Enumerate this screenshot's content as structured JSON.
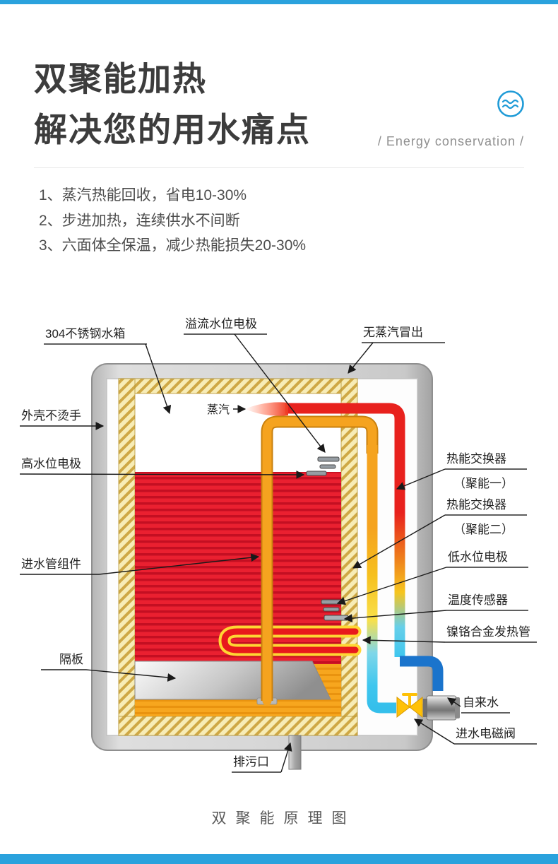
{
  "page": {
    "accent_color": "#2aa2dd",
    "footer_caption": "双聚能原理图"
  },
  "header": {
    "title_line1": "双聚能加热",
    "title_line2": "解决您的用水痛点",
    "tagline": "/ Energy conservation /",
    "icon": "water-wave-icon"
  },
  "features": [
    "1、蒸汽热能回收，省电10-30%",
    "2、步进加热，连续供水不间断",
    "3、六面体全保温，减少热能损失20-30%"
  ],
  "diagram": {
    "labels": {
      "tank": "304不锈钢水箱",
      "overflow_electrode": "溢流水位电极",
      "no_steam": "无蒸汽冒出",
      "shell": "外壳不烫手",
      "high_level_electrode": "高水位电极",
      "steam": "蒸汽",
      "inlet_pipe": "进水管组件",
      "partition": "隔板",
      "exchanger1_l1": "热能交换器",
      "exchanger1_l2": "（聚能一）",
      "exchanger2_l1": "热能交换器",
      "exchanger2_l2": "（聚能二）",
      "low_level_electrode": "低水位电极",
      "temp_sensor": "温度传感器",
      "heating_tube": "镍铬合金发热管",
      "tap_water": "自来水",
      "inlet_valve": "进水电磁阀",
      "drain": "排污口"
    },
    "colors": {
      "hot_water": "#ea2030",
      "insulation": "#f7ecb6",
      "pipe_orange": "#f5a31f",
      "pipe_red": "#e8211d",
      "pipe_blue": "#1b74cc",
      "pipe_cyan": "#3fc6ee",
      "valve_yellow": "#ffc107"
    }
  }
}
